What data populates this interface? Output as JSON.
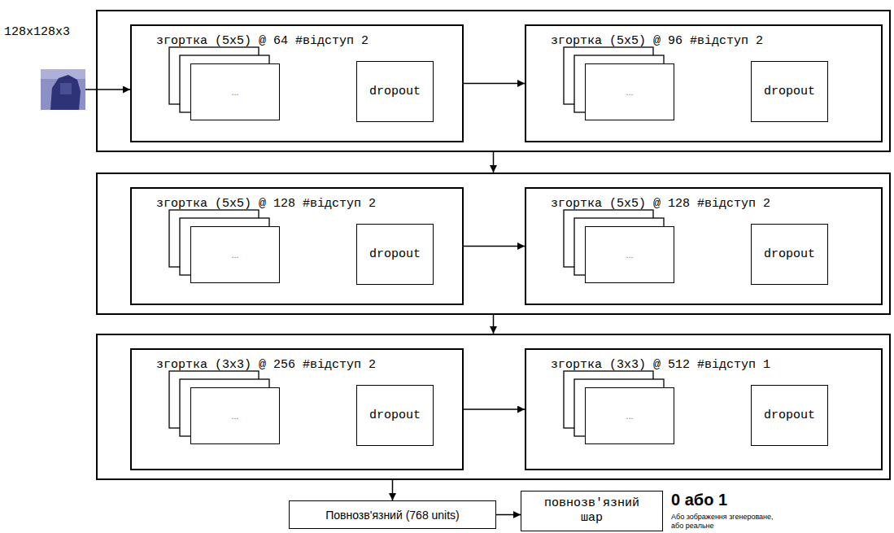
{
  "diagram": {
    "nodes": [
      {
        "text": [
          "128x128x3"
        ]
      },
      {
        "text": []
      },
      {
        "text": [
          "згортка (5x5) @ 64 #відступ 2"
        ],
        "in": 1
      },
      {
        "text": [
          "..."
        ],
        "in": 2
      },
      {
        "text": [
          "dropout"
        ],
        "in": 2
      },
      {
        "text": [
          "згортка (5x5) @ 96 #відступ 2"
        ],
        "in": 1
      },
      {
        "text": [
          "..."
        ],
        "in": 5
      },
      {
        "text": [
          "dropout"
        ],
        "in": 5
      },
      {
        "text": []
      },
      {
        "text": [
          "згортка (5x5) @ 128 #відступ 2"
        ],
        "in": 8
      },
      {
        "text": [
          "..."
        ],
        "in": 9
      },
      {
        "text": [
          "dropout"
        ],
        "in": 9
      },
      {
        "text": [
          "згортка (5x5) @ 128 #відступ 2"
        ],
        "in": 8
      },
      {
        "text": [
          "..."
        ],
        "in": 12
      },
      {
        "text": [
          "dropout"
        ],
        "in": 12
      },
      {
        "text": []
      },
      {
        "text": [
          "згортка (3x3) @ 256 #відступ 2"
        ],
        "in": 15
      },
      {
        "text": [
          "..."
        ],
        "in": 16
      },
      {
        "text": [
          "dropout"
        ],
        "in": 16
      },
      {
        "text": [
          "згортка (3x3) @ 512 #відступ 1"
        ],
        "in": 15
      },
      {
        "text": [
          "..."
        ],
        "in": 19
      },
      {
        "text": [
          "dropout"
        ],
        "in": 19
      },
      {
        "text": [
          "Повнозв'язний (768 units)"
        ]
      },
      {
        "text": [
          "повнозв'язний шар"
        ]
      }
    ],
    "edges": [
      {
        "from": 0,
        "to": 2,
        "arrow": "to"
      },
      {
        "from": 2,
        "to": 5,
        "arrow": "to"
      },
      {
        "from": 1,
        "to": 8,
        "arrow": "to"
      },
      {
        "from": 9,
        "to": 12,
        "arrow": "to"
      },
      {
        "from": 8,
        "to": 15,
        "arrow": "to"
      },
      {
        "from": 16,
        "to": 19,
        "arrow": "to"
      },
      {
        "from": 15,
        "to": 22,
        "arrow": "to"
      },
      {
        "from": 22,
        "to": 23,
        "arrow": "to"
      }
    ],
    "labels": [
      "0 або 1",
      "Або зображення згенероване, або реальне"
    ]
  }
}
